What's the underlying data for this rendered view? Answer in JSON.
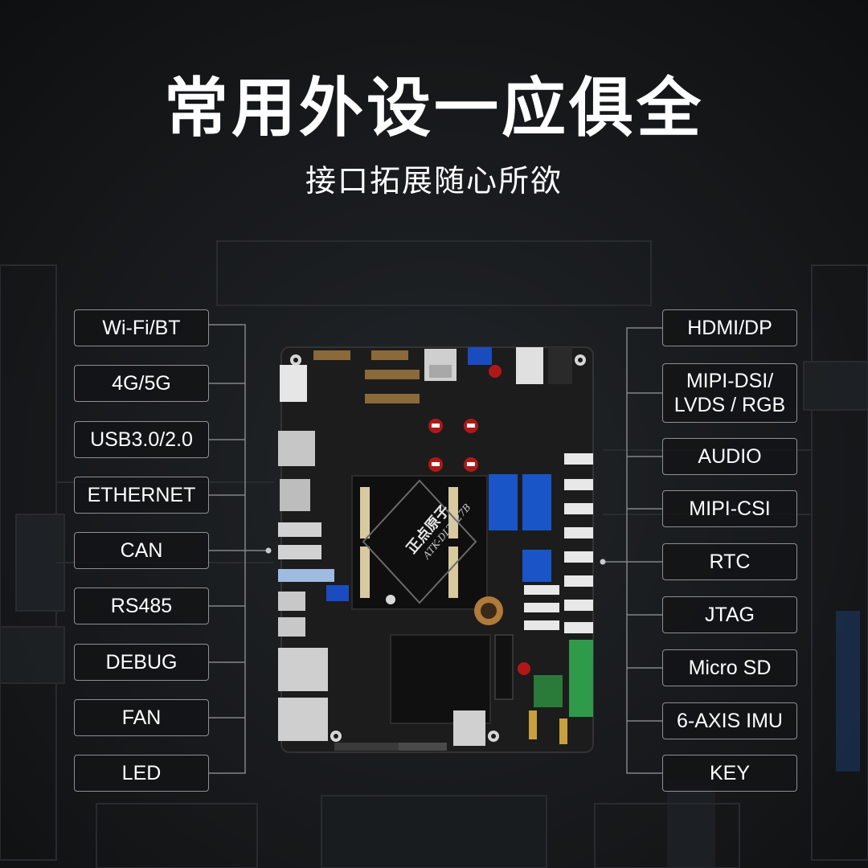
{
  "header": {
    "title": "常用外设一应俱全",
    "subtitle": "接口拓展随心所欲"
  },
  "left_labels": [
    "Wi-Fi/BT",
    "4G/5G",
    "USB3.0/2.0",
    "ETHERNET",
    "CAN",
    "RS485",
    "DEBUG",
    "FAN",
    "LED"
  ],
  "right_labels": [
    "HDMI/DP",
    "MIPI-DSI/",
    "LVDS / RGB",
    "AUDIO",
    "MIPI-CSI",
    "RTC",
    "JTAG",
    "Micro SD",
    "6-AXIS IMU",
    "KEY"
  ],
  "board": {
    "logo_text": "正点原子",
    "model": "ATK-DLT527B"
  },
  "colors": {
    "background": "#141618",
    "label_border": "#8d9094",
    "board": "#1c1c1c",
    "accent_red": "#b01818",
    "accent_blue": "#1a55c8",
    "accent_green": "#2f9a4a"
  }
}
